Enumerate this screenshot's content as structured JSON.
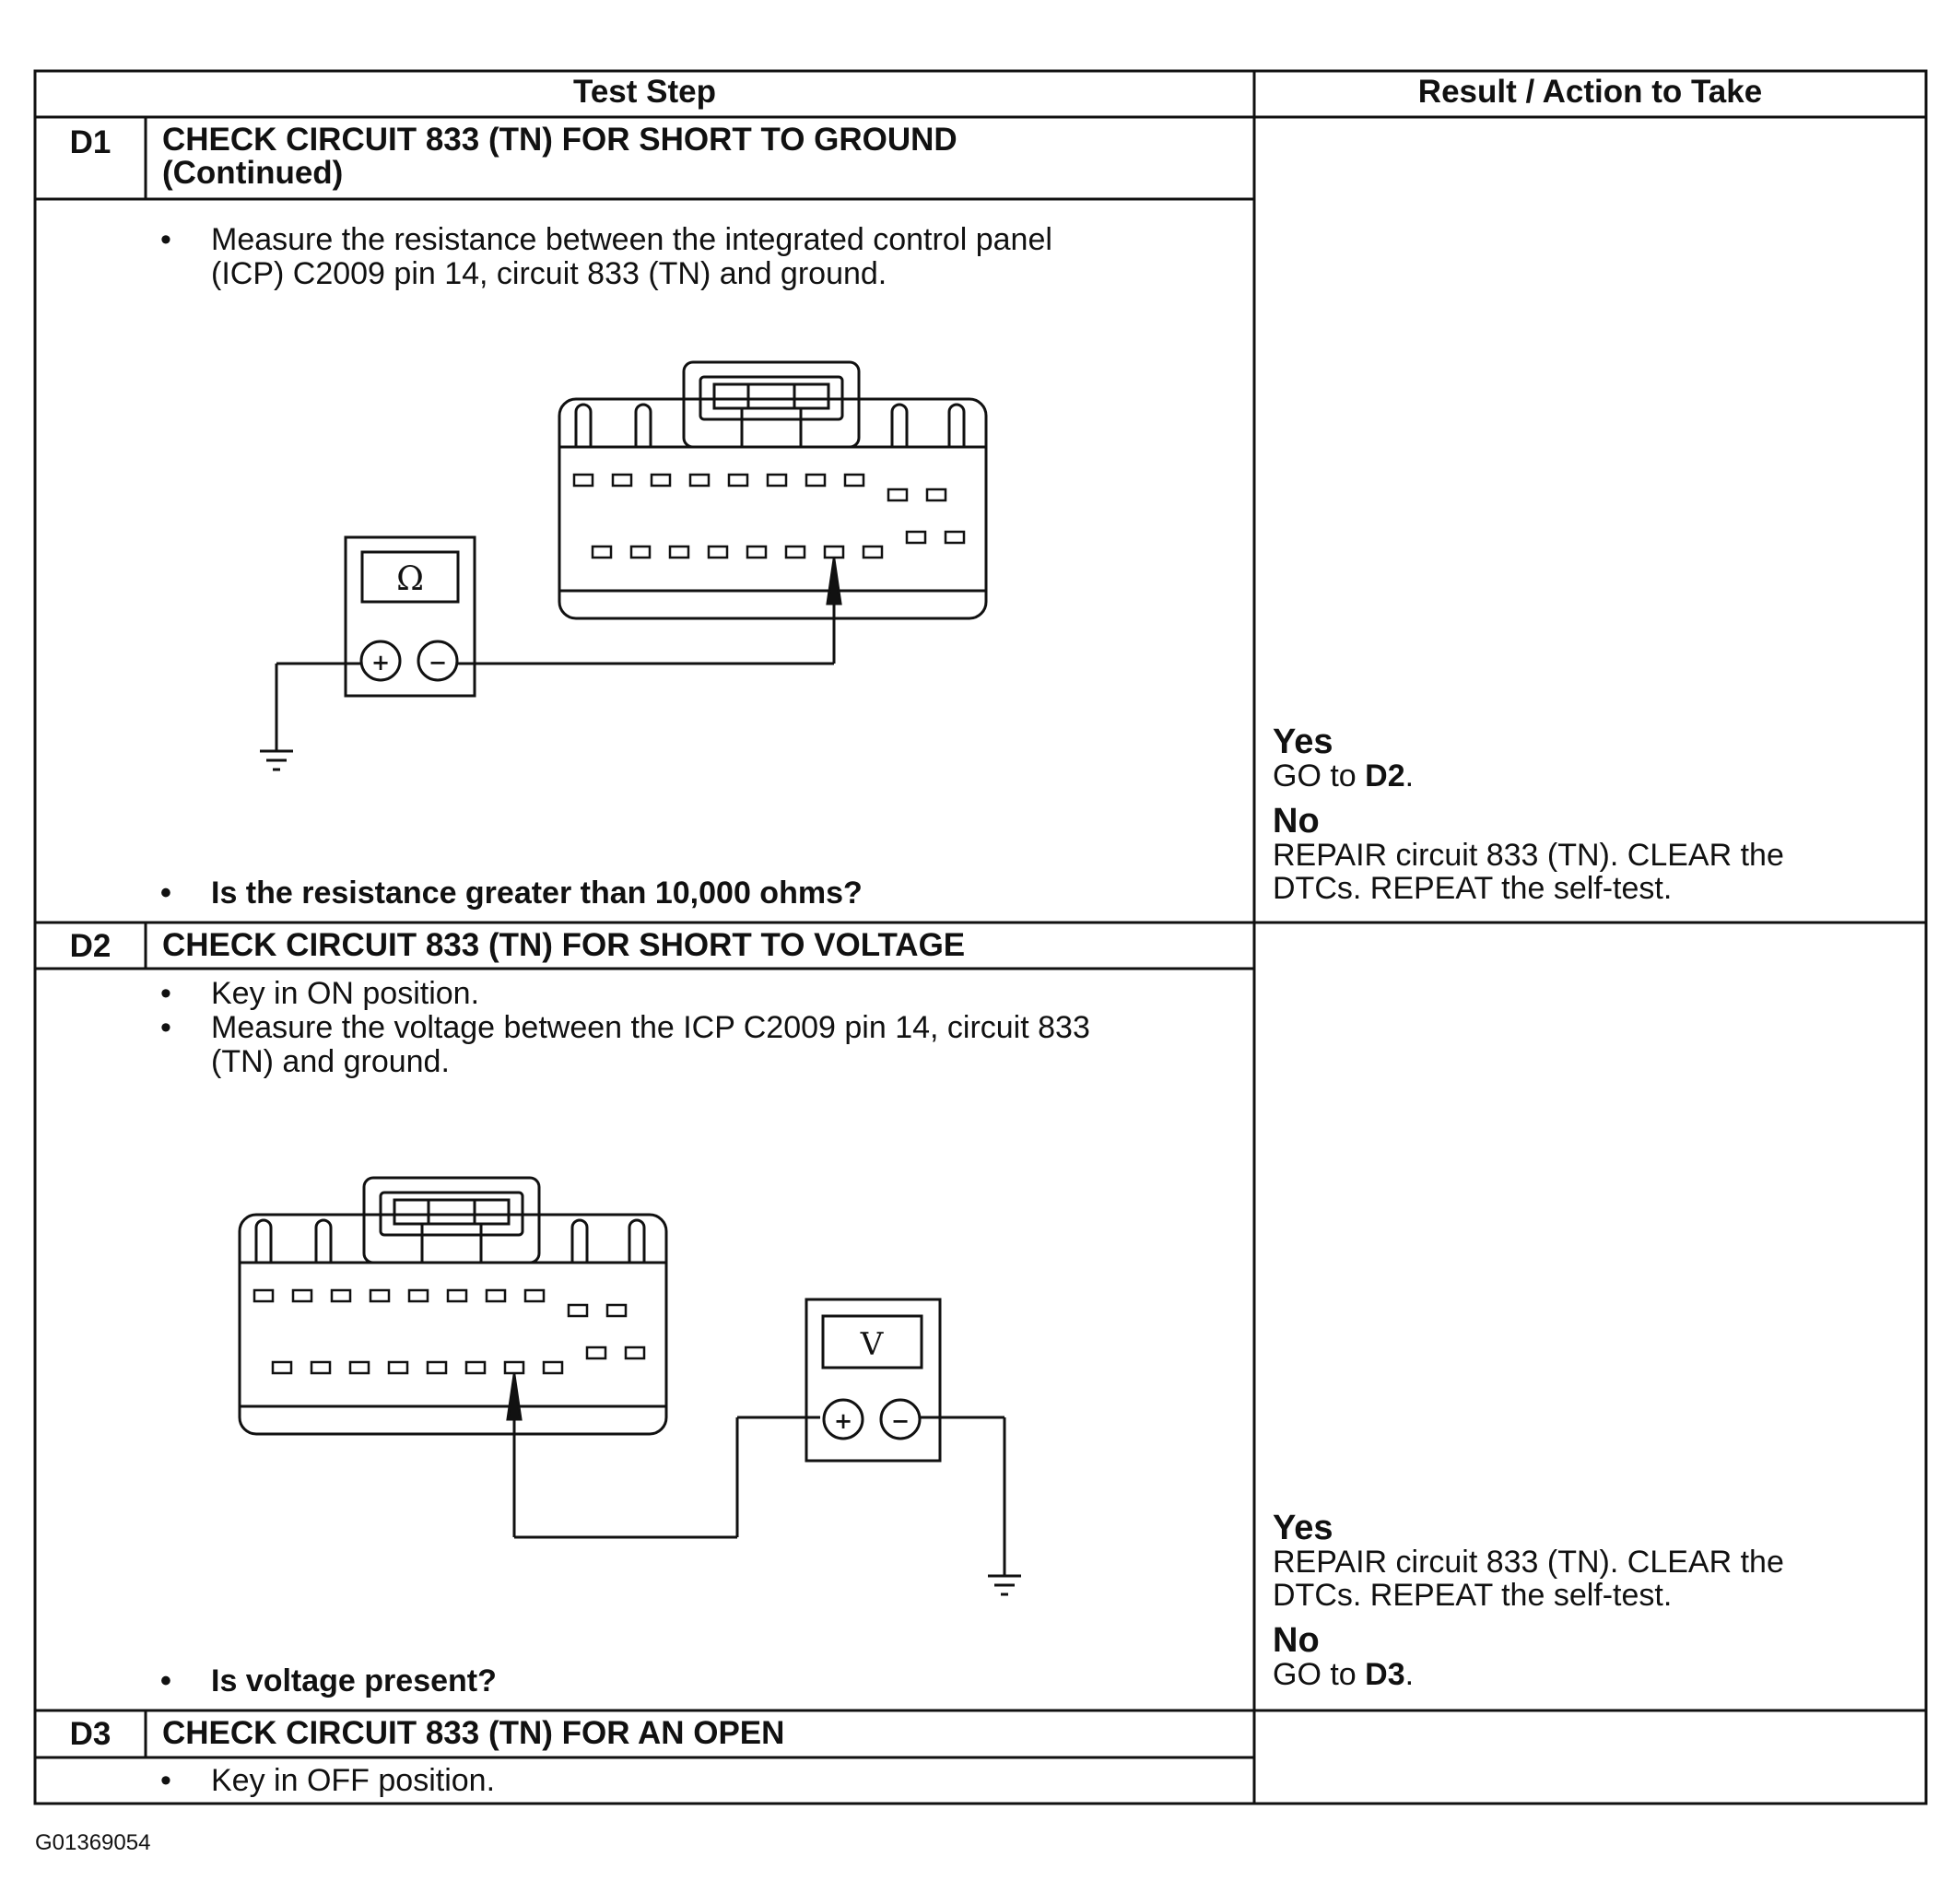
{
  "table": {
    "header_test_step": "Test Step",
    "header_result": "Result / Action to Take"
  },
  "steps": [
    {
      "code": "D1",
      "title_line1": "CHECK CIRCUIT 833 (TN) FOR SHORT TO GROUND",
      "title_line2": "(Continued)",
      "bullet1_line1": "Measure the resistance between the integrated control panel",
      "bullet1_line2": "(ICP) C2009 pin 14, circuit 833 (TN) and ground.",
      "meter_symbol": "Ω",
      "question": "Is the resistance greater than 10,000 ohms?",
      "yes_label": "Yes",
      "yes_prefix": "GO to ",
      "yes_target": "D2",
      "yes_suffix": ".",
      "no_label": "No",
      "no_line1": "REPAIR circuit 833 (TN). CLEAR the",
      "no_line2": "DTCs. REPEAT the self-test."
    },
    {
      "code": "D2",
      "title_line1": "CHECK CIRCUIT 833 (TN) FOR SHORT TO VOLTAGE",
      "bullet1": "Key in ON position.",
      "bullet2_line1": "Measure the voltage between the ICP C2009 pin 14, circuit 833",
      "bullet2_line2": "(TN) and ground.",
      "meter_symbol": "V",
      "question": "Is voltage present?",
      "yes_label": "Yes",
      "yes_line1": "REPAIR circuit 833 (TN). CLEAR the",
      "yes_line2": "DTCs. REPEAT the self-test.",
      "no_label": "No",
      "no_prefix": "GO to ",
      "no_target": "D3",
      "no_suffix": "."
    },
    {
      "code": "D3",
      "title_line1": "CHECK CIRCUIT 833 (TN) FOR AN OPEN",
      "bullet1": "Key in OFF position."
    }
  ],
  "figure_id": "G01369054",
  "bullet_glyph": "•",
  "plus_glyph": "+",
  "minus_glyph": "−",
  "icons": [
    "ohmmeter-icon",
    "voltmeter-icon",
    "connector-c2009-icon",
    "ground-symbol-icon"
  ]
}
